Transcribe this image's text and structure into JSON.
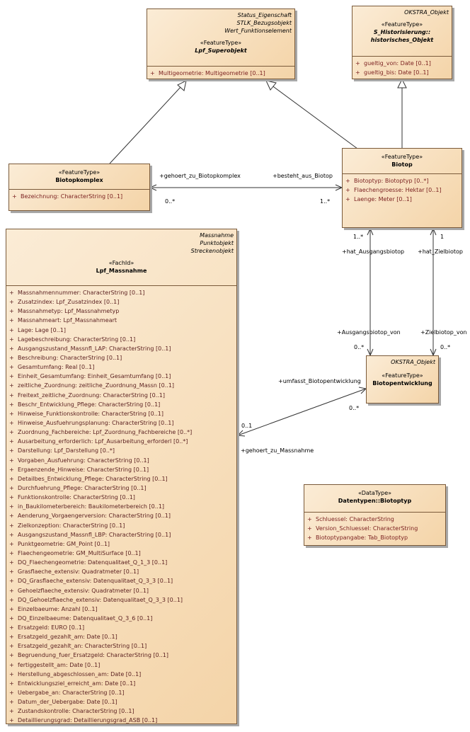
{
  "classes": {
    "superobjekt": {
      "tags": [
        "Status_Eigenschaft",
        "STLK_Bezugsobjekt",
        "Wert_Funktionselement"
      ],
      "stereotype": "«FeatureType»",
      "name": "Lpf_Superobjekt",
      "attributes": [
        {
          "vis": "+",
          "text": "Multigeometrie: Multigeometrie [0..1]"
        }
      ]
    },
    "oksobjekt": {
      "tags": [
        "OKSTRA_Objekt"
      ],
      "stereotype": "«FeatureType»",
      "name": "S_Historisierung::\nhistorisches_Objekt",
      "attributes": [
        {
          "vis": "+",
          "text": "gueltig_von: Date [0..1]"
        },
        {
          "vis": "+",
          "text": "gueltig_bis: Date [0..1]"
        }
      ]
    },
    "biotopkomplex": {
      "tags": [],
      "stereotype": "«FeatureType»",
      "name": "Biotopkomplex",
      "attributes": [
        {
          "vis": "+",
          "text": "Bezeichnung: CharacterString [0..1]"
        }
      ]
    },
    "biotop": {
      "tags": [],
      "stereotype": "«FeatureType»",
      "name": "Biotop",
      "attributes": [
        {
          "vis": "+",
          "text": "Biotoptyp: Biotoptyp [0..*]"
        },
        {
          "vis": "+",
          "text": "Flaechengroesse: Hektar [0..1]"
        },
        {
          "vis": "+",
          "text": "Laenge: Meter [0..1]"
        }
      ]
    },
    "massnahme": {
      "tags": [
        "Massnahme",
        "Punktobjekt",
        "Streckenobjekt"
      ],
      "stereotype": "«FachId»",
      "name": "Lpf_Massnahme",
      "attributes": [
        {
          "vis": "+",
          "text": "Massnahmennummer: CharacterString [0..1]"
        },
        {
          "vis": "+",
          "text": "Zusatzindex: Lpf_Zusatzindex [0..1]"
        },
        {
          "vis": "+",
          "text": "Massnahmetyp: Lpf_Massnahmetyp"
        },
        {
          "vis": "+",
          "text": "Massnahmeart: Lpf_Massnahmeart"
        },
        {
          "vis": "+",
          "text": "Lage: Lage [0..1]"
        },
        {
          "vis": "+",
          "text": "Lagebeschreibung: CharacterString [0..1]"
        },
        {
          "vis": "+",
          "text": "Ausgangszustand_Massnfl_LAP: CharacterString [0..1]"
        },
        {
          "vis": "+",
          "text": "Beschreibung: CharacterString [0..1]"
        },
        {
          "vis": "+",
          "text": "Gesamtumfang: Real [0..1]"
        },
        {
          "vis": "+",
          "text": "Einheit_Gesamtumfang: Einheit_Gesamtumfang [0..1]"
        },
        {
          "vis": "+",
          "text": "zeitliche_Zuordnung: zeitliche_Zuordnung_Massn [0..1]"
        },
        {
          "vis": "+",
          "text": "Freitext_zeitliche_Zuordnung: CharacterString [0..1]"
        },
        {
          "vis": "+",
          "text": "Beschr_Entwicklung_Pflege: CharacterString [0..1]"
        },
        {
          "vis": "+",
          "text": "Hinweise_Funktionskontrolle: CharacterString [0..1]"
        },
        {
          "vis": "+",
          "text": "Hinweise_Ausfuehrungsplanung: CharacterString [0..1]"
        },
        {
          "vis": "+",
          "text": "Zuordnung_Fachbereiche: Lpf_Zuordnung_Fachbereiche [0..*]"
        },
        {
          "vis": "+",
          "text": "Ausarbeitung_erforderlich: Lpf_Ausarbeitung_erforderl [0..*]"
        },
        {
          "vis": "+",
          "text": "Darstellung: Lpf_Darstellung [0..*]"
        },
        {
          "vis": "+",
          "text": "Vorgaben_Ausfuehrung: CharacterString [0..1]"
        },
        {
          "vis": "+",
          "text": "Ergaenzende_Hinweise: CharacterString [0..1]"
        },
        {
          "vis": "+",
          "text": "Detailbes_Entwicklung_Pflege: CharacterString [0..1]"
        },
        {
          "vis": "+",
          "text": "Durchfuehrung_Pflege: CharacterString [0..1]"
        },
        {
          "vis": "+",
          "text": "Funktionskontrolle: CharacterString [0..1]"
        },
        {
          "vis": "+",
          "text": "in_Baukilometerbereich: Baukilometerbereich [0..1]"
        },
        {
          "vis": "+",
          "text": "Aenderung_Vorgaengerversion: CharacterString [0..1]"
        },
        {
          "vis": "+",
          "text": "Zielkonzeption: CharacterString [0..1]"
        },
        {
          "vis": "+",
          "text": "Ausgangszustand_Massnfl_LBP: CharacterString [0..1]"
        },
        {
          "vis": "+",
          "text": "Punktgeometrie: GM_Point [0..1]"
        },
        {
          "vis": "+",
          "text": "Flaechengeometrie: GM_MultiSurface [0..1]"
        },
        {
          "vis": "+",
          "text": "DQ_Flaechengeometrie: Datenqualitaet_Q_1_3 [0..1]"
        },
        {
          "vis": "+",
          "text": "Grasflaeche_extensiv: Quadratmeter [0..1]"
        },
        {
          "vis": "+",
          "text": "DQ_Grasflaeche_extensiv: Datenqualitaet_Q_3_3 [0..1]"
        },
        {
          "vis": "+",
          "text": "Gehoelzflaeche_extensiv: Quadratmeter [0..1]"
        },
        {
          "vis": "+",
          "text": "DQ_Gehoelzflaeche_extensiv: Datenqualitaet_Q_3_3 [0..1]"
        },
        {
          "vis": "+",
          "text": "Einzelbaeume: Anzahl [0..1]"
        },
        {
          "vis": "+",
          "text": "DQ_Einzelbaeume: Datenqualitaet_Q_3_6 [0..1]"
        },
        {
          "vis": "+",
          "text": "Ersatzgeld: EURO [0..1]"
        },
        {
          "vis": "+",
          "text": "Ersatzgeld_gezahlt_am: Date [0..1]"
        },
        {
          "vis": "+",
          "text": "Ersatzgeld_gezahlt_an: CharacterString [0..1]"
        },
        {
          "vis": "+",
          "text": "Begruendung_fuer_Ersatzgeld: CharacterString [0..1]"
        },
        {
          "vis": "+",
          "text": "fertiggestellt_am: Date [0..1]"
        },
        {
          "vis": "+",
          "text": "Herstellung_abgeschlossen_am: Date [0..1]"
        },
        {
          "vis": "+",
          "text": "Entwicklungsziel_erreicht_am: Date [0..1]"
        },
        {
          "vis": "+",
          "text": "Uebergabe_an: CharacterString [0..1]"
        },
        {
          "vis": "+",
          "text": "Datum_der_Uebergabe: Date [0..1]"
        },
        {
          "vis": "+",
          "text": "Zustandskontrolle: CharacterString [0..1]"
        },
        {
          "vis": "+",
          "text": "Detaillierungsgrad: Detaillierungsgrad_ASB [0..1]"
        }
      ]
    },
    "biotopentwicklung": {
      "tags": [
        "OKSTRA_Objekt"
      ],
      "stereotype": "«FeatureType»",
      "name": "Biotopentwicklung",
      "attributes": []
    },
    "datentypen": {
      "tags": [],
      "stereotype": "«DataType»",
      "name": "Datentypen::Biotoptyp",
      "attributes": [
        {
          "vis": "+",
          "text": "Schluessel: CharacterString"
        },
        {
          "vis": "+",
          "text": "Version_Schluessel: CharacterString"
        },
        {
          "vis": "+",
          "text": "Biotoptypangabe: Tab_Biotoptyp"
        }
      ]
    }
  },
  "labels": {
    "gehoert_zu_biotopkomplex": "+gehoert_zu_Biotopkomplex",
    "besteht_aus_biotop": "+besteht_aus_Biotop",
    "mult_komplex_biotop_left": "0..*",
    "mult_komplex_biotop_right": "1..*",
    "mult_ausgang_top": "1..*",
    "mult_ziel_top": "1",
    "hat_ausgangsbiotop": "+hat_Ausgangsbiotop",
    "hat_zielbiotop": "+hat_Zielbiotop",
    "ausgangsbiotop_von": "+Ausgangsbiotop_von",
    "zielbiotop_von": "+Zielbiotop_von",
    "mult_ausgang_bottom": "0..*",
    "mult_ziel_bottom": "0..*",
    "umfasst_biotopentwicklung": "+umfasst_Biotopentwicklung",
    "mult_entw": "0..*",
    "mult_massn": "0..1",
    "gehoert_zu_massnahme": "+gehoert_zu_Massnahme"
  }
}
